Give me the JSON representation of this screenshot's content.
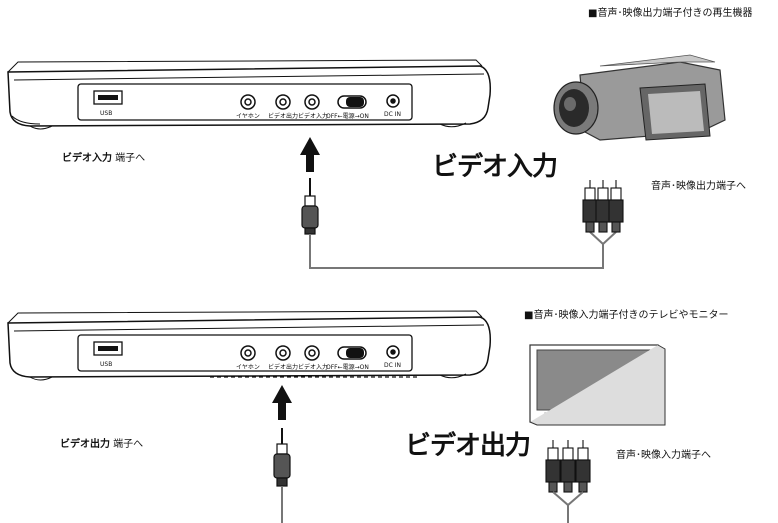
{
  "colors": {
    "line": "#111111",
    "cable": "#777777",
    "screen": "#8a8a8a",
    "body_fill": "#ffffff"
  },
  "top_panel": {
    "device_title": "■音声･映像出力端子付きの再生機器",
    "left_caption_bold": "ビデオ入力",
    "left_caption_rest": " 端子へ",
    "mode_label": "ビデオ入力",
    "right_caption": "音声･映像出力端子へ",
    "jacks": {
      "usb": "USB",
      "earphone": "イヤホン",
      "video_out": "ビデオ出力",
      "video_in": "ビデオ入力",
      "power": "OFF←電源→ON",
      "dc": "DC IN"
    }
  },
  "bottom_panel": {
    "device_title": "■音声･映像入力端子付きのテレビやモニター",
    "left_caption_bold": "ビデオ出力",
    "left_caption_rest": " 端子へ",
    "mode_label": "ビデオ出力",
    "right_caption": "音声･映像入力端子へ",
    "jacks": {
      "usb": "USB",
      "earphone": "イヤホン",
      "video_out": "ビデオ出力",
      "video_in": "ビデオ入力",
      "power": "OFF←電源→ON",
      "dc": "DC IN"
    }
  },
  "icons": {
    "camcorder": "camcorder-icon",
    "tv": "tv-monitor-icon",
    "arrow": "up-arrow-icon",
    "plug_35": "mini-plug-icon",
    "plug_rca": "rca-plug-icon"
  }
}
